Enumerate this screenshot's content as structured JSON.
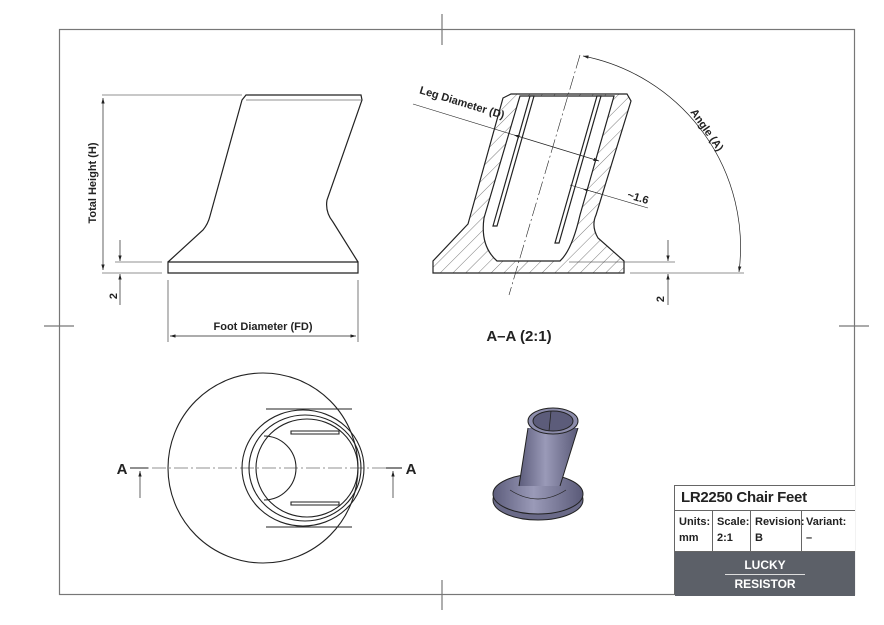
{
  "drawing": {
    "side_view": {
      "total_height_label": "Total Height (H)",
      "foot_diameter_label": "Foot Diameter (FD)",
      "base_thickness_label": "2"
    },
    "section_view": {
      "leg_diameter_label": "Leg Diameter (D)",
      "wall_thickness_label": "~1.6",
      "angle_label": "Angle (A)",
      "base_thickness_label": "2",
      "section_caption": "A–A (2:1)"
    },
    "top_view": {
      "section_marker_left": "A",
      "section_marker_right": "A"
    },
    "render_view": {
      "part_color": "#7a7a9a"
    }
  },
  "title_block": {
    "title": "LR2250 Chair Feet",
    "fields": [
      {
        "label": "Units:",
        "value": "mm"
      },
      {
        "label": "Scale:",
        "value": "2:1"
      },
      {
        "label": "Revision:",
        "value": "B"
      },
      {
        "label": "Variant:",
        "value": "–"
      }
    ],
    "logo_line1": "LUCKY",
    "logo_line2": "RESISTOR",
    "logo_bg": "#5c6068"
  }
}
